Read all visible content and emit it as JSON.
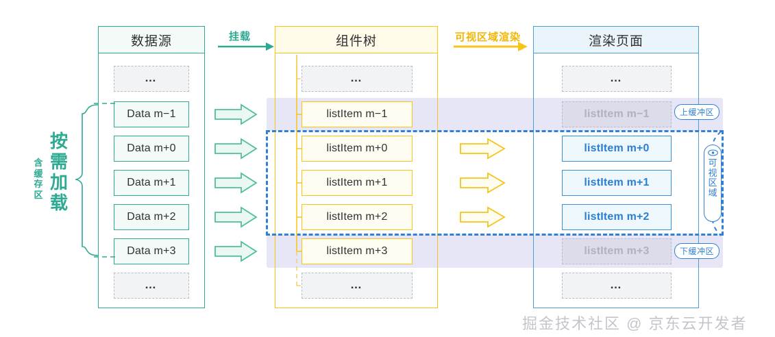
{
  "columns": {
    "datasource": {
      "title": "数据源",
      "items": [
        {
          "label": "…",
          "kind": "ellipsis"
        },
        {
          "label": "Data m−1",
          "kind": "normal"
        },
        {
          "label": "Data m+0",
          "kind": "normal"
        },
        {
          "label": "Data m+1",
          "kind": "normal"
        },
        {
          "label": "Data m+2",
          "kind": "normal"
        },
        {
          "label": "Data m+3",
          "kind": "normal"
        },
        {
          "label": "…",
          "kind": "ellipsis"
        }
      ]
    },
    "component_tree": {
      "title": "组件树",
      "items": [
        {
          "label": "…",
          "kind": "ellipsis"
        },
        {
          "label": "listItem m−1",
          "kind": "normal"
        },
        {
          "label": "listItem m+0",
          "kind": "normal"
        },
        {
          "label": "listItem m+1",
          "kind": "normal"
        },
        {
          "label": "listItem m+2",
          "kind": "normal"
        },
        {
          "label": "listItem m+3",
          "kind": "normal"
        },
        {
          "label": "…",
          "kind": "ellipsis"
        }
      ]
    },
    "render_page": {
      "title": "渲染页面",
      "items": [
        {
          "label": "…",
          "kind": "ellipsis"
        },
        {
          "label": "listItem m−1",
          "kind": "ghost"
        },
        {
          "label": "listItem m+0",
          "kind": "normal"
        },
        {
          "label": "listItem m+1",
          "kind": "normal"
        },
        {
          "label": "listItem m+2",
          "kind": "normal"
        },
        {
          "label": "listItem m+3",
          "kind": "ghost"
        },
        {
          "label": "…",
          "kind": "ellipsis"
        }
      ]
    }
  },
  "flow_labels": {
    "mount": "挂载",
    "viewport_render": "可视区域渲染"
  },
  "annotations": {
    "load_on_demand": "按需加载",
    "includes_buffer": "含缓存区",
    "top_buffer": "上缓冲区",
    "bottom_buffer": "下缓冲区",
    "viewport": "可视区域",
    "viewport_chars": [
      "可",
      "视",
      "区",
      "域"
    ],
    "eye_icon": "eye-icon"
  },
  "watermark": "掘金技术社区 @ 京东云开发者",
  "colors": {
    "green": "#2eaa92",
    "yellow": "#f5c518",
    "blue": "#3d8fd4",
    "viewport_blue": "#2f80d6",
    "buffer_purple": "#dcdcf2",
    "ghost_gray": "#a9a7b8"
  }
}
